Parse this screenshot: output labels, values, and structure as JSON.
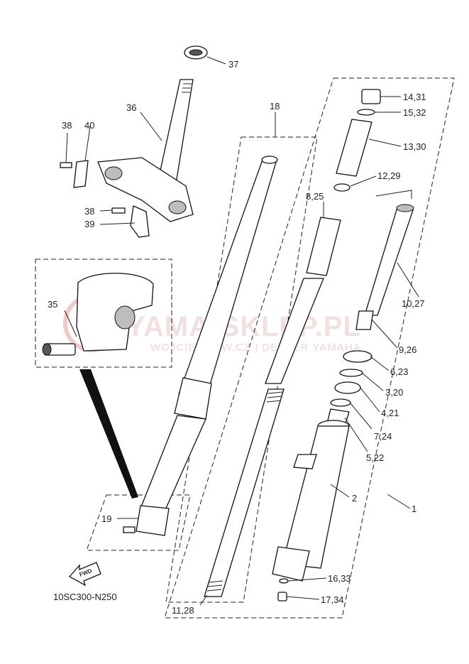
{
  "diagram_code": "10SC300-N250",
  "fwd_label": "FWD",
  "watermark": {
    "brand": "YAMA-SKLEP.PL",
    "subline": "WOJCIECHOW.CZ | DEALER YAMAHA"
  },
  "callouts": {
    "c37": "37",
    "c36": "36",
    "c38a": "38",
    "c40": "40",
    "c38b": "38",
    "c39": "39",
    "c35": "35",
    "c19": "19",
    "c18": "18",
    "c1431": "14,31",
    "c1532": "15,32",
    "c1330": "13,30",
    "c1229": "12,29",
    "c825": "8,25",
    "c1027": "10,27",
    "c926": "9,26",
    "c623": "6,23",
    "c320": "3,20",
    "c421": "4,21",
    "c724": "7,24",
    "c522": "5,22",
    "c2": "2",
    "c1": "1",
    "c1633": "16,33",
    "c1734": "17,34",
    "c1128": "11,28"
  }
}
